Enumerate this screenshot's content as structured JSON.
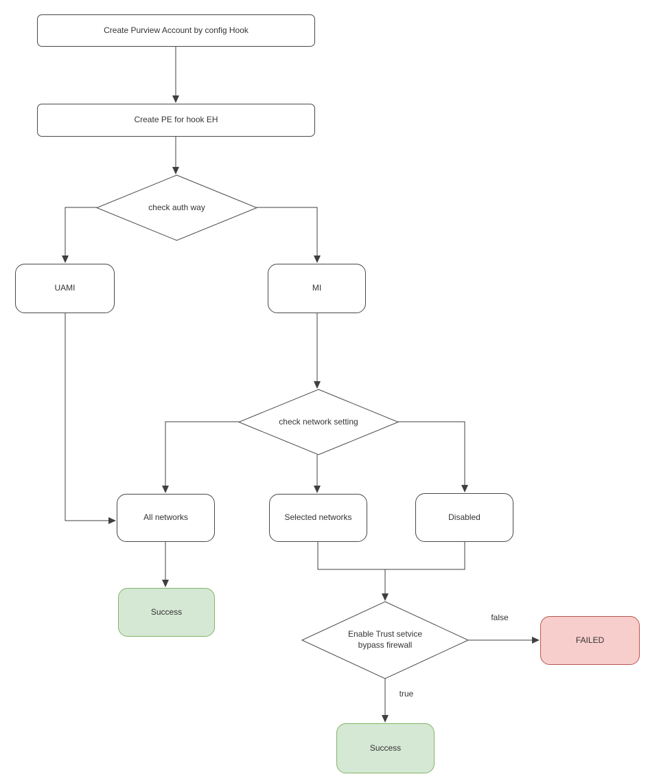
{
  "diagram": {
    "colors": {
      "node_fill": "#ffffff",
      "node_border": "#474747",
      "line": "#3f3f3f",
      "text": "#333333",
      "success_fill": "#d5e8d4",
      "success_border": "#82b366",
      "failed_fill": "#f8cecc",
      "failed_border": "#b85450"
    },
    "nodes": {
      "create_account": {
        "label": "Create Purview Account by config Hook",
        "type": "process"
      },
      "create_pe": {
        "label": "Create PE for hook EH",
        "type": "process"
      },
      "check_auth": {
        "label": "check auth way",
        "type": "decision"
      },
      "uami": {
        "label": "UAMI",
        "type": "rounded"
      },
      "mi": {
        "label": "MI",
        "type": "rounded"
      },
      "check_network": {
        "label": "check network setting",
        "type": "decision"
      },
      "all_networks": {
        "label": "All networks",
        "type": "rounded"
      },
      "selected_networks": {
        "label": "Selected networks",
        "type": "rounded"
      },
      "disabled": {
        "label": "Disabled",
        "type": "rounded"
      },
      "success_all_networks": {
        "label": "Success",
        "type": "terminal-success"
      },
      "enable_trust": {
        "label": "Enable Trust setvice bypass firewall",
        "type": "decision"
      },
      "failed": {
        "label": "FAILED",
        "type": "terminal-failed"
      },
      "success_trust": {
        "label": "Success",
        "type": "terminal-success"
      }
    },
    "edge_labels": {
      "false_label": "false",
      "true_label": "true"
    }
  }
}
